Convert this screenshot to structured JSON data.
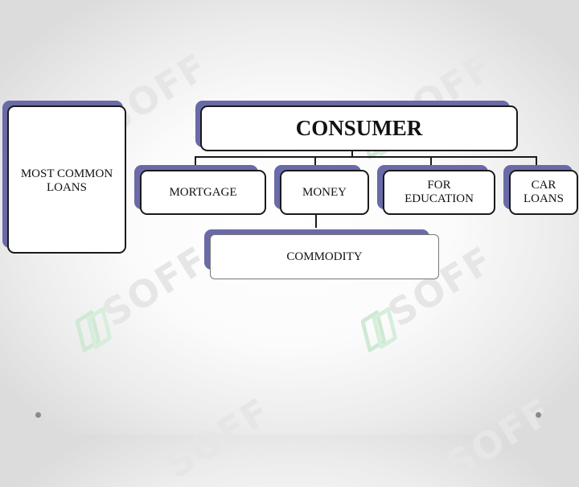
{
  "watermark": {
    "text": "SOFF"
  },
  "diagram": {
    "side_label": "MOST COMMON LOANS",
    "root_label": "CONSUMER",
    "categories": [
      "MORTGAGE",
      "MONEY",
      "FOR EDUCATION",
      "CAR LOANS"
    ],
    "sub_label": "COMMODITY"
  },
  "colors": {
    "box_shadow": "#6a6aa8",
    "border": "#1a1a1a",
    "watermark": "#cfe9d4"
  }
}
